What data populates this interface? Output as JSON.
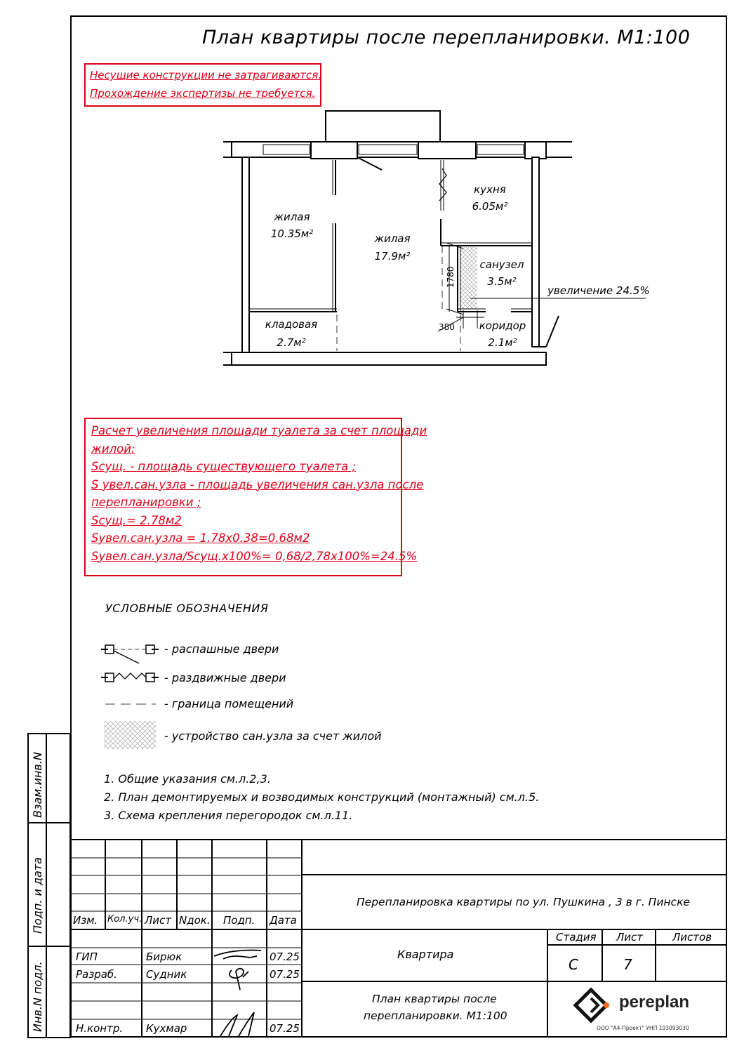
{
  "title": "План квартиры после перепланировки. М1:100",
  "red_note_1": [
    "Несущие конструкции не затрагиваются.",
    "Прохождение экспертизы не требуется."
  ],
  "rooms": {
    "room1_name": "жилая",
    "room1_area": "10.35м²",
    "room2_name": "жилая",
    "room2_area": "17.9м²",
    "kitchen_name": "кухня",
    "kitchen_area": "6.05м²",
    "bath_name": "санузел",
    "bath_area": "3.5м²",
    "storage_name": "кладовая",
    "storage_area": "2.7м²",
    "corridor_name": "коридор",
    "corridor_area": "2.1м²"
  },
  "dimensions": {
    "vertical": "1780",
    "horizontal": "380"
  },
  "increase_label": "увеличение 24.5%",
  "calc": [
    "Расчет увеличения площади туалета за счет площади",
    "жилой:",
    "Sсущ. - площадь существующего туалета ;",
    "S увел.сан.узла - площадь увеличения сан.узла после",
    "перепланировки ;",
    "Sсущ.= 2.78м2",
    "Sувел.сан.узла = 1.78x0.38=0.68м2",
    "Sувел.сан.узла/Sсущ.x100%= 0,68/2,78x100%=24.5%"
  ],
  "legend": {
    "heading": "УСЛОВНЫЕ ОБОЗНАЧЕНИЯ",
    "items": [
      "- распашные двери",
      "- раздвижные двери",
      "- граница помещений",
      "- устройство сан.узла за счет жилой"
    ]
  },
  "notes": [
    "1.  Общие указания см.л.2,3.",
    "2.  План демонтируемых и возводимых конструкций (монтажный) см.л.5.",
    "3.  Схема крепления перегородок см.л.11."
  ],
  "side_labels": {
    "a": "Взам.инв.N",
    "b": "Подп. и дата",
    "c": "Инв.N подл."
  },
  "titleblock": {
    "project": "Перепланировка квартиры по ул. Пушкина , 3 в г. Пинске",
    "object": "Квартира",
    "sheet_title_1": "План квартиры после",
    "sheet_title_2": "перепланировки. М1:100",
    "h_izm": "Изм.",
    "h_kol": "Кол.уч.",
    "h_list": "Лист",
    "h_ndok": "Nдок.",
    "h_podp": "Подп.",
    "h_date": "Дата",
    "stage_h": "Стадия",
    "list_h": "Лист",
    "lists_h": "Листов",
    "stage": "С",
    "list": "7",
    "roles": [
      {
        "role": "ГИП",
        "name": "Бирюк",
        "date": "07.25"
      },
      {
        "role": "Разраб.",
        "name": "Судник",
        "date": "07.25"
      },
      {
        "role": "Н.контр.",
        "name": "Кухмар",
        "date": "07.25"
      }
    ],
    "brand": "pereplan",
    "brand_sub": "ООО \"А4-Проект\" УНП 193093030"
  }
}
